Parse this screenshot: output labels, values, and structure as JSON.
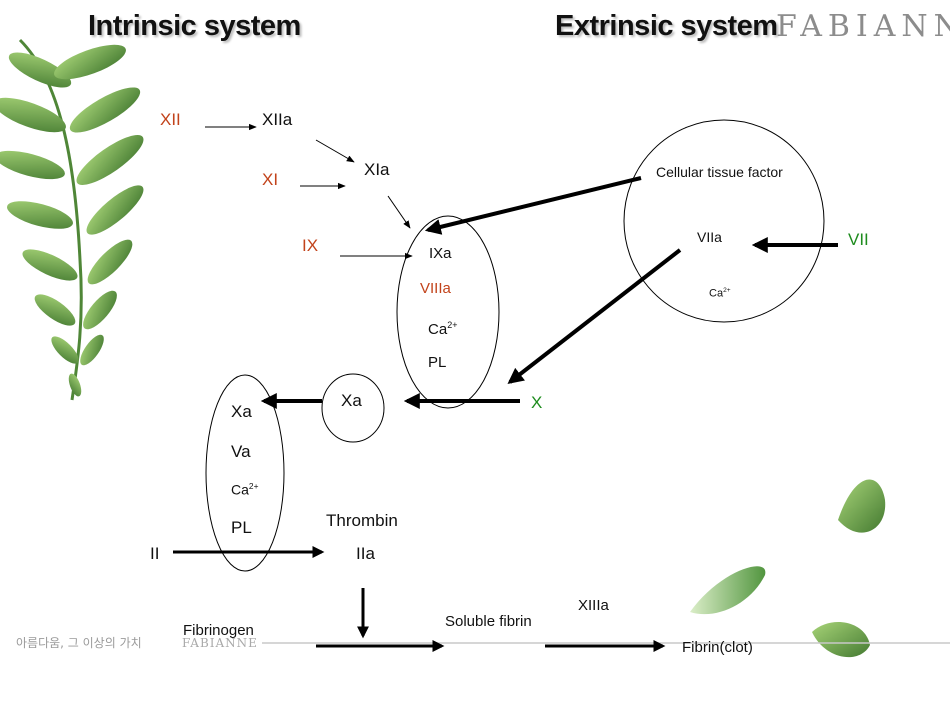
{
  "titles": {
    "intrinsic": "Intrinsic system",
    "extrinsic": "Extrinsic system"
  },
  "brand": {
    "header": "FABIANNE",
    "footer_korean": "아름다움, 그 이상의 가치",
    "footer_brand": "FABIANNE"
  },
  "factors": {
    "xii": "XII",
    "xiia": "XIIa",
    "xi": "XI",
    "xia": "XIa",
    "ix": "IX",
    "ixa": "IXa",
    "viiia": "VIIIa",
    "ca_main": "Ca",
    "pl_main": "PL",
    "x": "X",
    "xa_small": "Xa",
    "xa_complex": "Xa",
    "va": "Va",
    "ca_complex": "Ca",
    "pl_complex": "PL",
    "ii": "II",
    "thrombin": "Thrombin",
    "iia": "IIa",
    "fibrinogen": "Fibrinogen",
    "soluble_fibrin": "Soluble fibrin",
    "xiiia": "XIIIa",
    "fibrin_clot": "Fibrin(clot)",
    "cellular_tissue_factor": "Cellular tissue factor",
    "viia": "VIIa",
    "ca_extrinsic": "Ca",
    "vii": "VII"
  },
  "superscript": "2+",
  "colors": {
    "activated_red": "#c2431b",
    "extrinsic_green": "#1e8c1e",
    "text": "#111111",
    "leaf_dark": "#2f6b1a",
    "leaf_light": "#8cc45a"
  }
}
